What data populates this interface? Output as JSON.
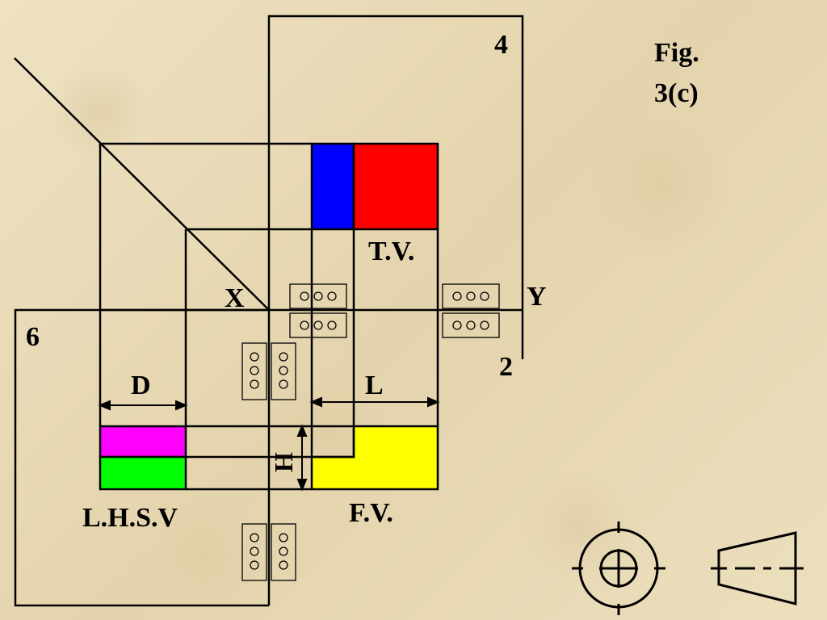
{
  "figure": {
    "caption_line1": "Fig.",
    "caption_line2": "3(c)",
    "label_4": "4",
    "label_2": "2",
    "label_6": "6",
    "label_x": "X",
    "label_y": "Y",
    "label_tv": "T.V.",
    "label_fv": "F.V.",
    "label_lhsv": "L.H.S.V",
    "label_d": "D",
    "label_l": "L",
    "label_h": "H"
  },
  "colors": {
    "blue": "#0000ff",
    "red": "#ff0000",
    "yellow": "#ffff00",
    "magenta": "#ff00ff",
    "green": "#00ff00",
    "line": "#000000"
  },
  "symbols": {
    "first_angle_projection": "projection-symbol"
  }
}
